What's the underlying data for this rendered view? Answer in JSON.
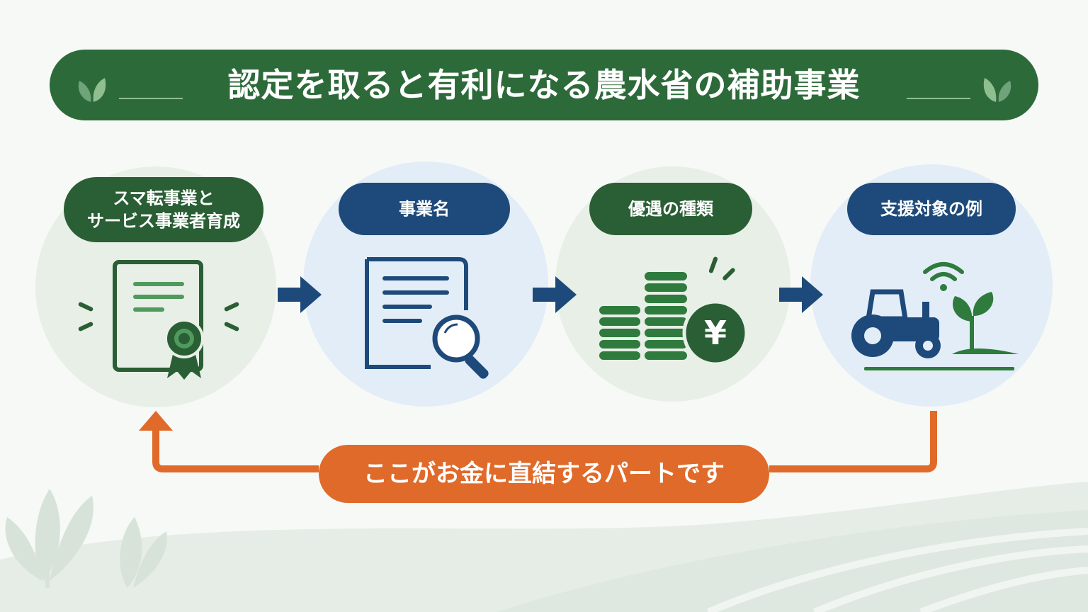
{
  "title": "認定を取ると有利になる農水省の補助事業",
  "steps": [
    {
      "label": "スマ転事業と\nサービス事業者育成",
      "icon": "certificate-icon"
    },
    {
      "label": "事業名",
      "icon": "document-search-icon"
    },
    {
      "label": "優遇の種類",
      "icon": "coins-yen-icon"
    },
    {
      "label": "支援対象の例",
      "icon": "tractor-seedling-icon"
    }
  ],
  "callout": "ここがお金に直結するパートです",
  "colors": {
    "dark_green": "#2d6a3a",
    "navy": "#1d4a7a",
    "orange": "#e06a2a",
    "light_green_circle": "#e7efe6",
    "light_blue_circle": "#e3edf7"
  }
}
